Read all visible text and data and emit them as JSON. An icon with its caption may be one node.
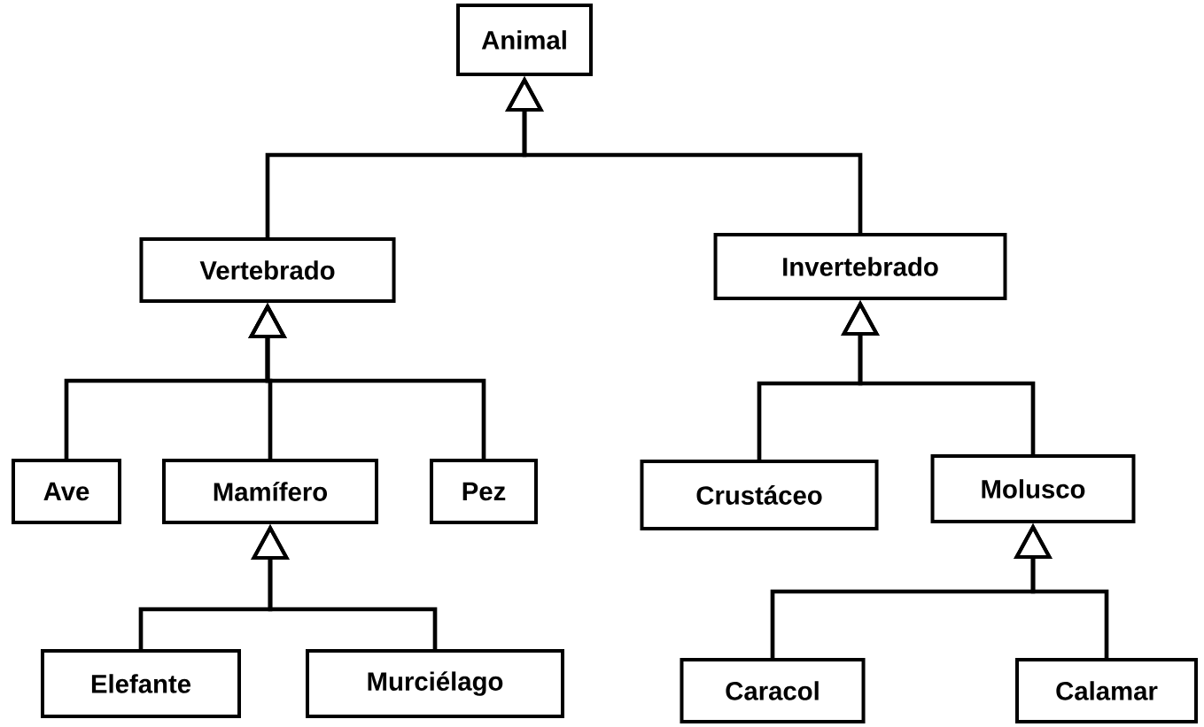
{
  "diagram": {
    "nodes": [
      {
        "text": [
          "Animal"
        ]
      },
      {
        "text": [
          "Vertebrado"
        ]
      },
      {
        "text": [
          "Invertebrado"
        ]
      },
      {
        "text": [
          "Ave"
        ]
      },
      {
        "text": [
          "Mamífero"
        ]
      },
      {
        "text": [
          "Pez"
        ]
      },
      {
        "text": [
          "Crustáceo"
        ]
      },
      {
        "text": [
          "Molusco"
        ]
      },
      {
        "text": [
          "Elefante"
        ]
      },
      {
        "text": [
          "Murciélago"
        ]
      },
      {
        "text": [
          "Caracol"
        ]
      },
      {
        "text": [
          "Calamar"
        ]
      }
    ],
    "edges": [
      {
        "from": 1,
        "to": 0,
        "arrow": "to"
      },
      {
        "from": 2,
        "to": 0,
        "arrow": "to"
      },
      {
        "from": 3,
        "to": 1,
        "arrow": "to"
      },
      {
        "from": 4,
        "to": 1,
        "arrow": "to"
      },
      {
        "from": 5,
        "to": 1,
        "arrow": "to"
      },
      {
        "from": 6,
        "to": 2,
        "arrow": "to"
      },
      {
        "from": 7,
        "to": 2,
        "arrow": "to"
      },
      {
        "from": 8,
        "to": 4,
        "arrow": "to"
      },
      {
        "from": 9,
        "to": 4,
        "arrow": "to"
      },
      {
        "from": 10,
        "to": 7,
        "arrow": "to"
      },
      {
        "from": 11,
        "to": 7,
        "arrow": "to"
      }
    ]
  }
}
